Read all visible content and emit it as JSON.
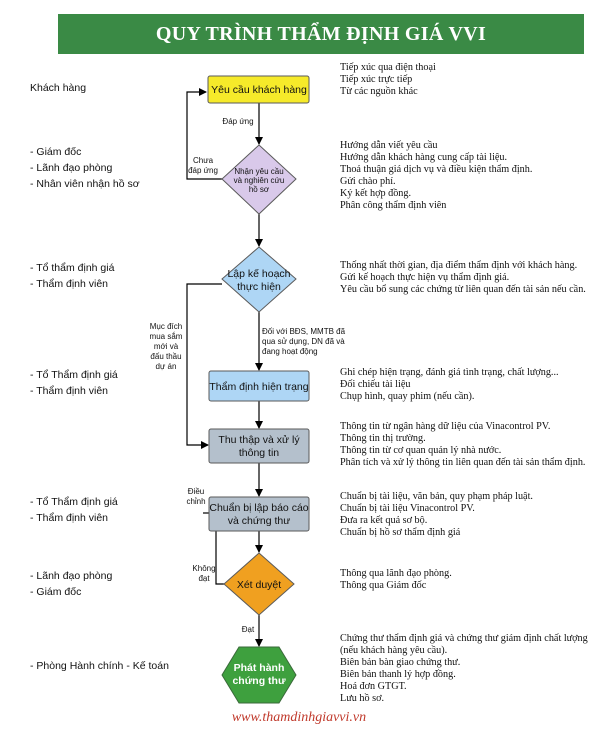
{
  "title": "QUY TRÌNH THẨM ĐỊNH GIÁ VVI",
  "footer_url": "www.thamdinhgiavvi.vn",
  "colors": {
    "banner": "#3a8a45",
    "yellow": "#f6ea2a",
    "purple": "#d9c9ea",
    "blue": "#aed6f5",
    "grey": "#b4c0cc",
    "orange": "#f0a020",
    "green": "#3ea03e",
    "url": "#c0392b"
  },
  "roles": {
    "r1": [
      "Khách hàng"
    ],
    "r2": [
      "- Giám đốc",
      "- Lãnh đạo phòng",
      "- Nhân viên nhận hồ sơ"
    ],
    "r3": [
      "- Tổ thẩm định giá",
      "- Thẩm định viên"
    ],
    "r4": [
      "- Tổ Thẩm định giá",
      "- Thẩm định viên"
    ],
    "r5": [
      "- Tổ Thẩm định giá",
      "- Thẩm định viên"
    ],
    "r6": [
      "- Lãnh đạo phòng",
      "- Giám đốc"
    ],
    "r7": [
      "- Phòng Hành chính - Kế toán"
    ]
  },
  "nodes": {
    "n1": "Yêu cầu khách hàng",
    "n2": [
      "Nhận yêu cầu",
      "và nghiên cứu",
      "hồ sơ"
    ],
    "n3": [
      "Lập kế hoạch",
      "thực hiện"
    ],
    "n4": "Thẩm định hiện trạng",
    "n5": [
      "Thu thập và xử lý",
      "thông tin"
    ],
    "n6": [
      "Chuẩn bị lập báo cáo",
      "và chứng thư"
    ],
    "n7": "Xét duyệt",
    "n8": [
      "Phát hành",
      "chứng thư"
    ]
  },
  "edge_labels": {
    "dap_ung": "Đáp ứng",
    "chua_dap_ung": [
      "Chưa",
      "đáp ứng"
    ],
    "doi_voi": [
      "Đối với BĐS, MMTB đã",
      "qua sử dụng, DN đã và",
      "đang hoạt động"
    ],
    "muc_dich": [
      "Mục đích",
      "mua sắm",
      "mới và",
      "đấu thầu",
      "dự án"
    ],
    "dieu_chinh": [
      "Điều",
      "chỉnh"
    ],
    "khong_dat": [
      "Không",
      "đạt"
    ],
    "dat": "Đạt"
  },
  "descriptions": {
    "d1": [
      "Tiếp xúc qua điện thoại",
      "Tiếp xúc trực tiếp",
      "Từ các nguồn khác"
    ],
    "d2": [
      "Hướng dẫn viết yêu cầu",
      "Hướng dẫn khách hàng cung cấp tài liệu.",
      "Thoả thuận giá dịch vụ và điều kiện thẩm định.",
      "Gửi chào phí.",
      "Ký kết hợp đồng.",
      "Phân công thẩm định viên"
    ],
    "d3": [
      "Thống nhất thời gian, địa điểm thẩm định với khách hàng.",
      "Gửi kế hoạch thực hiện vụ thẩm định giá.",
      "Yêu cầu bổ sung các chứng từ liên quan đến tài sản nếu cần."
    ],
    "d4": [
      "Ghi chép hiện trạng, đánh giá tình trạng, chất lượng...",
      "Đối chiếu tài liệu",
      "Chụp hình, quay phim (nếu cần)."
    ],
    "d5": [
      "Thông tin từ ngân hàng dữ liệu của Vinacontrol PV.",
      "Thông tin thị trường.",
      "Thông tin từ cơ quan quản lý nhà nước.",
      "Phân tích và xử lý thông tin liên quan đến tài sản thẩm định."
    ],
    "d6": [
      "Chuẩn bị tài liệu, văn bản, quy phạm pháp luật.",
      "Chuẩn bị tài liệu Vinacontrol PV.",
      "Đưa ra kết quả sơ bộ.",
      "Chuẩn bị hồ sơ thẩm định giá"
    ],
    "d7": [
      "Thông qua lãnh đạo phòng.",
      "Thông qua Giám đốc"
    ],
    "d8": [
      "Chứng thư thẩm định giá và chứng thư giám định chất lượng",
      "(nếu khách hàng yêu cầu).",
      "Biên bản bàn giao chứng thư.",
      "Biên bản thanh lý hợp đồng.",
      "Hoá đơn GTGT.",
      "Lưu hồ sơ."
    ]
  }
}
